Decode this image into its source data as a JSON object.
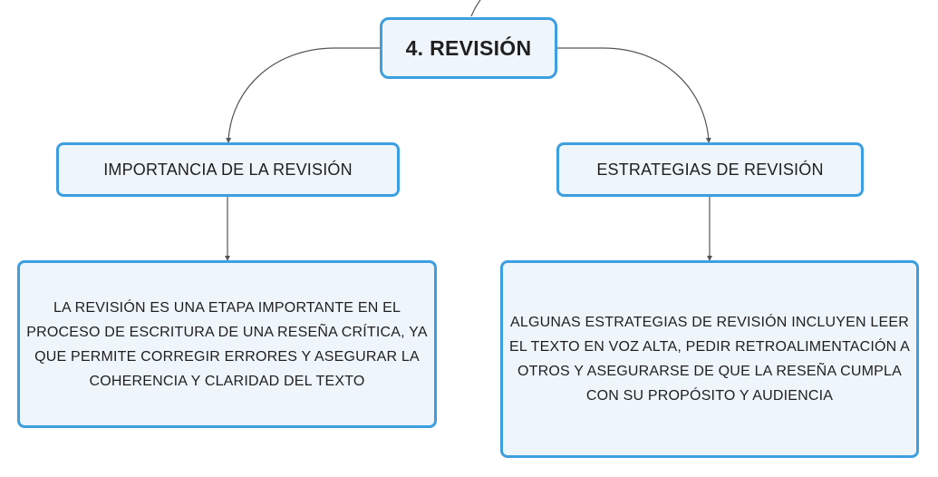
{
  "colors": {
    "node_border": "#3d9ee0",
    "node_fill": "#eef6fc",
    "connector": "#555555",
    "text": "#1f1f1f"
  },
  "mindmap": {
    "root": {
      "label": "4. REVISIÓN"
    },
    "branches": [
      {
        "label": "IMPORTANCIA DE LA REVISIÓN",
        "detail": "LA REVISIÓN ES UNA ETAPA IMPORTANTE EN EL PROCESO DE ESCRITURA DE UNA RESEÑA CRÍTICA, YA QUE PERMITE CORREGIR ERRORES Y ASEGURAR LA COHERENCIA Y CLARIDAD DEL TEXTO"
      },
      {
        "label": "ESTRATEGIAS DE REVISIÓN",
        "detail": "ALGUNAS ESTRATEGIAS DE REVISIÓN INCLUYEN LEER EL TEXTO EN VOZ ALTA, PEDIR RETROALIMENTACIÓN A OTROS Y ASEGURARSE DE QUE LA RESEÑA CUMPLA CON SU PROPÓSITO Y AUDIENCIA"
      }
    ]
  }
}
